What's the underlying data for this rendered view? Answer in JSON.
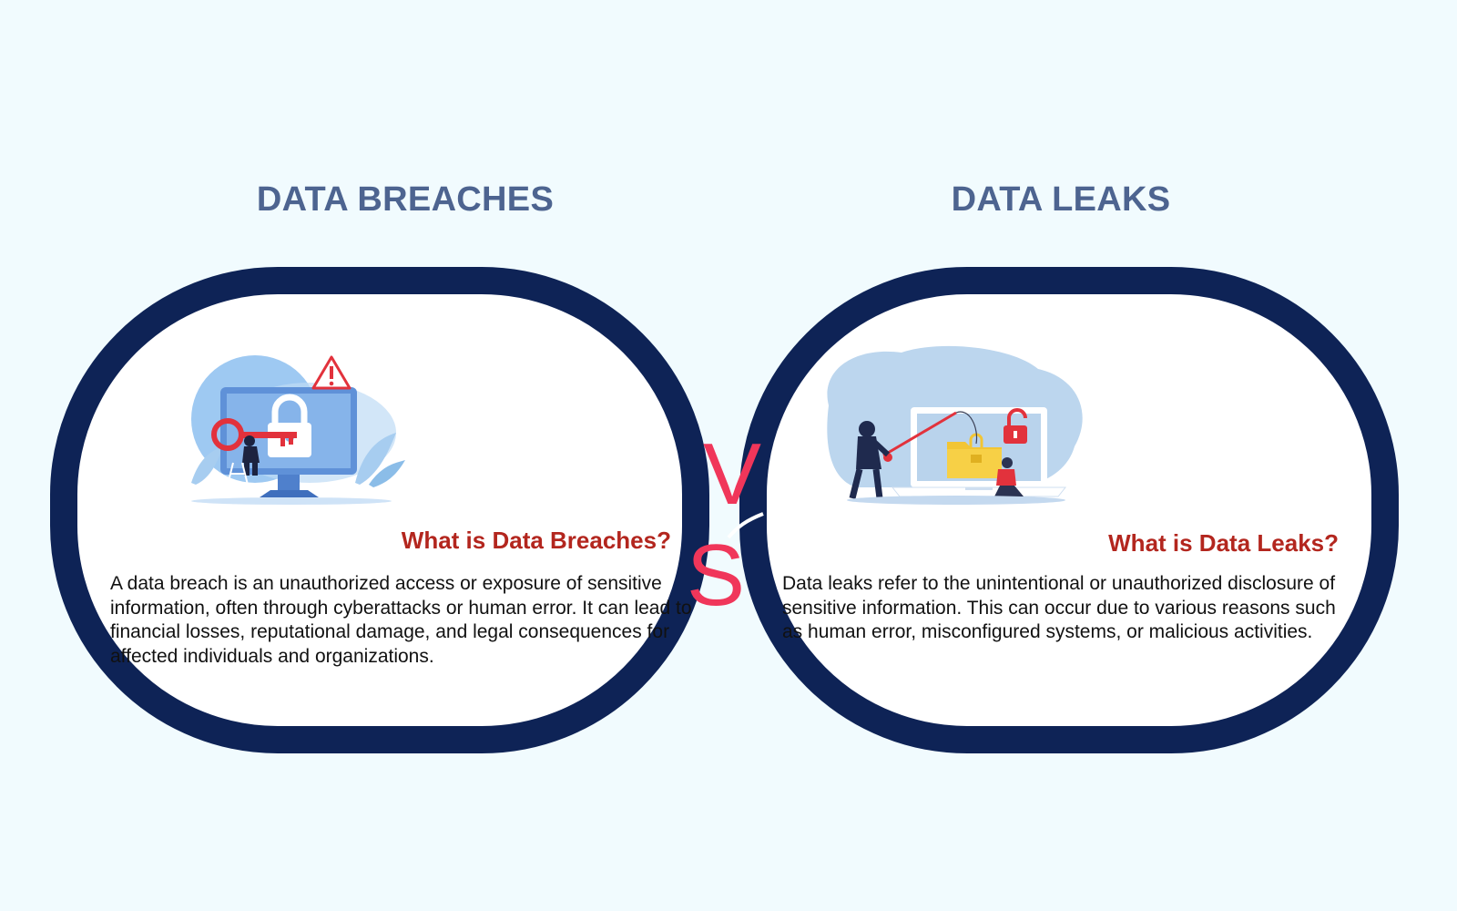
{
  "left": {
    "heading": "DATA BREACHES",
    "question": "What is Data Breaches?",
    "description": "A data breach is an unauthorized access or exposure of sensitive information, often through cyberattacks or human error. It can lead to financial losses, reputational damage, and legal consequences for affected individuals and organizations."
  },
  "right": {
    "heading": "DATA LEAKS",
    "question": "What is Data Leaks?",
    "description": "Data leaks refer to the unintentional or unauthorized disclosure of sensitive information. This can occur due to various reasons such as human error, misconfigured systems, or malicious activities."
  },
  "separator": {
    "letter_v": "V",
    "letter_s": "S"
  },
  "colors": {
    "background": "#f1fbfe",
    "heading": "#4d6490",
    "panel_border": "#0e2356",
    "question": "#b3261e",
    "vs_letters": "#f0365a"
  }
}
